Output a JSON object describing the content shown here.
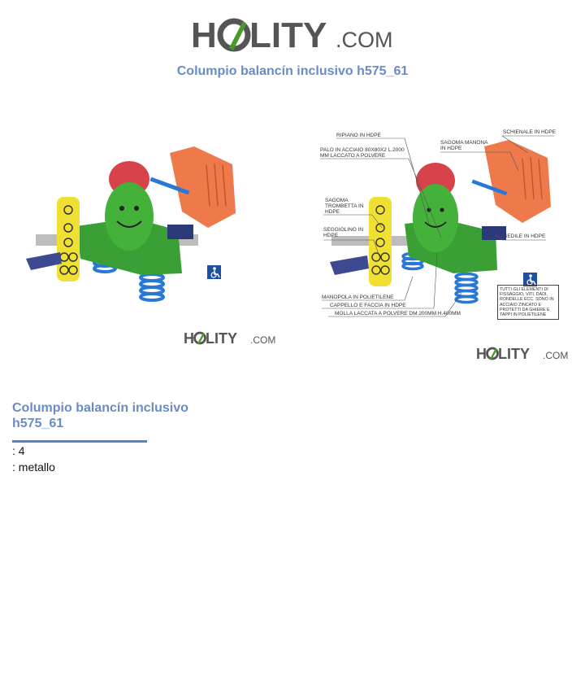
{
  "brand": {
    "logo_left": "H",
    "logo_right": "LITY",
    "logo_suffix": ".COM",
    "colors": {
      "gray": "#555555",
      "green": "#4a9a2a",
      "accent": "#6a8bc5"
    }
  },
  "page": {
    "title": "Columpio balancín inclusivo h575_61"
  },
  "diagram": {
    "labels": {
      "ripiano": "RIPIANO IN HDPE",
      "palo_1": "PALO IN ACCIAIO 80X80X2 L.2000",
      "palo_2": "MM LACCATO A POLVERE",
      "sagoma_manona_1": "SAGOMA MANONA",
      "sagoma_manona_2": "IN HDPE",
      "schienale": "SCHIENALE IN HDPE",
      "sagoma_trombetta_1": "SAGOMA",
      "sagoma_trombetta_2": "TROMBETTA IN",
      "sagoma_trombetta_3": "HDPE",
      "seggiolino_1": "SEGGIOLINO IN",
      "seggiolino_2": "HDPE",
      "sedile": "SEDILE IN HDPE",
      "manopola": "MANOPOLA IN POLIETILENE",
      "cappello": "CAPPELLO E FACCIA IN HDPE",
      "molla": "MOLLA LACCATA A POLVERE DM.200MM H.400MM",
      "note": "TUTTI GLI ELEMENTI DI FISSAGGIO, VITI, DADI, RONDELLE ECC. SONO IN ACCIAIO ZINCATO E PROTETTI DA GHIERE E TAPPI IN POLIETILENE"
    }
  },
  "product": {
    "title": "Columpio balancín inclusivo h575_61",
    "spec_1": ": 4",
    "spec_2": ": metallo"
  }
}
